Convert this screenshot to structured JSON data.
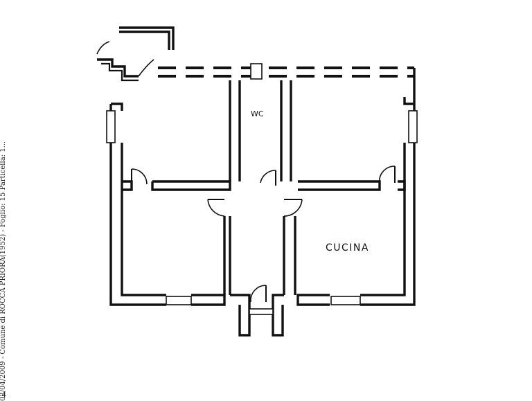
{
  "diagram": {
    "type": "floor-plan",
    "rooms": [
      {
        "id": "wc",
        "label": "WC"
      },
      {
        "id": "kitchen",
        "label": "CUCINA"
      }
    ],
    "side_stamp": "02/04/2009 - Comune di ROCCA PRIORA(1952) - Foglio: 15 Particella: 1...",
    "corner_mark": "4"
  }
}
